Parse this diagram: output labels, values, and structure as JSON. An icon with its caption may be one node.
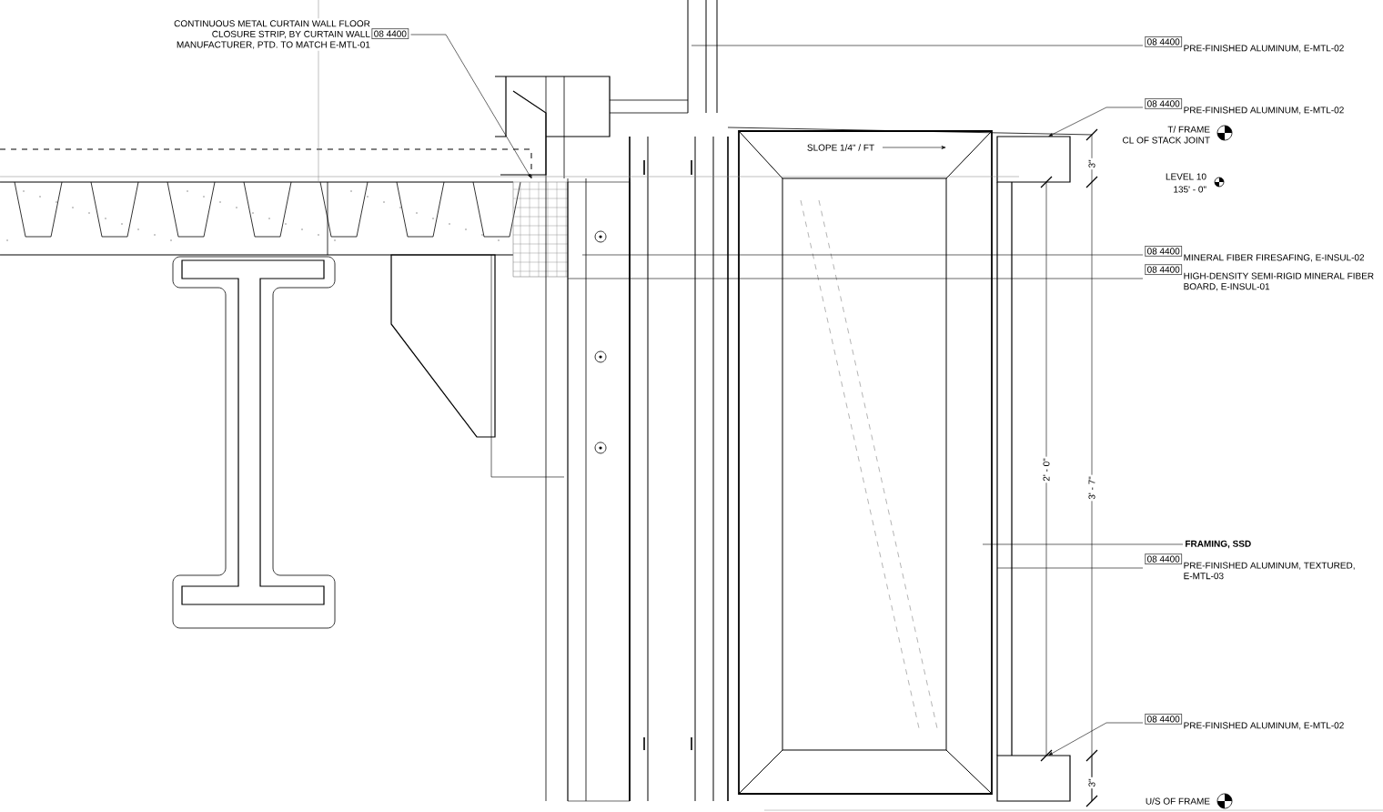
{
  "diagram": {
    "nodes": [
      {
        "text": [
          "CONTINUOUS METAL CURTAIN WALL FLOOR CLOSURE STRIP, BY CURTAIN WALL MANUFACTURER, PTD. TO MATCH E-MTL-01",
          "08 4400"
        ]
      },
      {
        "text": [
          "08 4400",
          "PRE-FINISHED ALUMINUM, E-MTL-02"
        ]
      },
      {
        "text": [
          "08 4400",
          "PRE-FINISHED ALUMINUM, E-MTL-02"
        ]
      },
      {
        "text": [
          "08 4400",
          "MINERAL FIBER FIRESAFING, E-INSUL-02"
        ]
      },
      {
        "text": [
          "08 4400",
          "HIGH-DENSITY SEMI-RIGID MINERAL FIBER BOARD, E-INSUL-01"
        ]
      },
      {
        "text": [
          "FRAMING, SSD"
        ]
      },
      {
        "text": [
          "08 4400",
          "PRE-FINISHED ALUMINUM, TEXTURED, E-MTL-03"
        ]
      },
      {
        "text": [
          "08 4400",
          "PRE-FINISHED ALUMINUM, E-MTL-02"
        ]
      }
    ],
    "edges": [
      {
        "from": 0,
        "to": null,
        "arrow": "to"
      },
      {
        "from": 1,
        "to": null,
        "arrow": "none"
      },
      {
        "from": 2,
        "to": null,
        "arrow": "to"
      },
      {
        "from": 3,
        "to": null,
        "arrow": "none"
      },
      {
        "from": 4,
        "to": null,
        "arrow": "none"
      },
      {
        "from": 5,
        "to": null,
        "arrow": "none"
      },
      {
        "from": 6,
        "to": null,
        "arrow": "none"
      },
      {
        "from": 7,
        "to": null,
        "arrow": "to"
      }
    ],
    "labels": [
      "T/ FRAME",
      "CL OF STACK JOINT",
      "SLOPE 1/4\" / FT",
      "3\"",
      "LEVEL 10",
      "135' - 0\"",
      "2' - 0\"",
      "3' - 7\"",
      "3\"",
      "U/S OF FRAME"
    ]
  }
}
